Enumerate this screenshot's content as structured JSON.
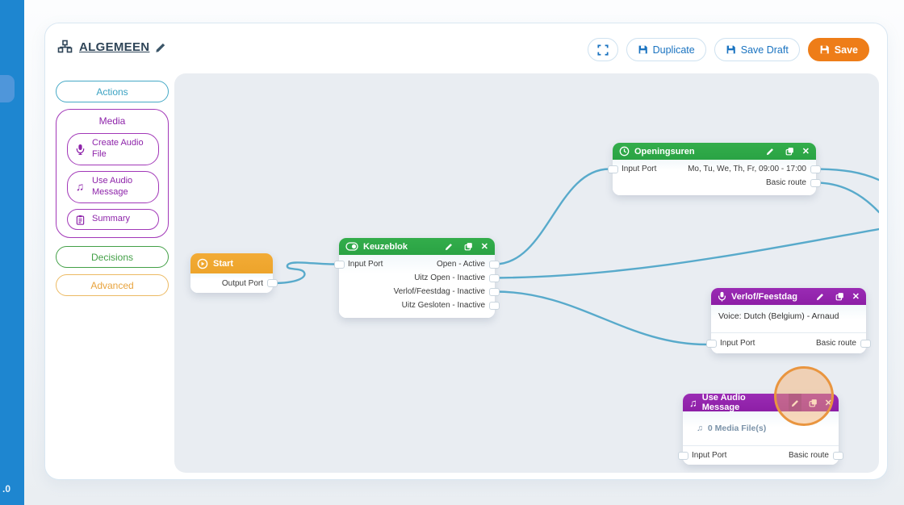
{
  "rail": {
    "version_badge": ".0"
  },
  "header": {
    "title": "ALGEMEEN"
  },
  "toolbar": {
    "duplicate_label": "Duplicate",
    "save_draft_label": "Save Draft",
    "save_label": "Save"
  },
  "sidebar": {
    "actions_label": "Actions",
    "media": {
      "label": "Media",
      "items": [
        {
          "label": "Create Audio File"
        },
        {
          "label": "Use Audio Message"
        },
        {
          "label": "Summary"
        }
      ]
    },
    "decisions_label": "Decisions",
    "advanced_label": "Advanced"
  },
  "icons": {
    "close": "✕",
    "music": "♫"
  },
  "canvas": {
    "nodes": {
      "start": {
        "title": "Start",
        "output_port": "Output Port"
      },
      "keuzeblok": {
        "title": "Keuzeblok",
        "input_port": "Input Port",
        "outputs": [
          "Open - Active",
          "Uitz Open - Inactive",
          "Verlof/Feestdag - Inactive",
          "Uitz Gesloten - Inactive"
        ]
      },
      "openingsuren": {
        "title": "Openingsuren",
        "input_port": "Input Port",
        "outputs": [
          "Mo, Tu, We, Th, Fr, 09:00 - 17:00",
          "Basic route"
        ]
      },
      "verlof": {
        "title": "Verlof/Feestdag",
        "voice": "Voice: Dutch (Belgium) - Arnaud",
        "input_port": "Input Port",
        "output": "Basic route"
      },
      "use_audio": {
        "title": "Use Audio Message",
        "media_files": "0 Media File(s)",
        "input_port": "Input Port",
        "output": "Basic route"
      }
    }
  },
  "colors": {
    "accent_blue": "#1e86d0",
    "wire": "#58aacb",
    "node_green": "#2aa344",
    "node_purple": "#8d1fa6",
    "node_orange": "#eda42b",
    "save_orange": "#ee7d18",
    "highlight_ring": "#e9953f"
  }
}
